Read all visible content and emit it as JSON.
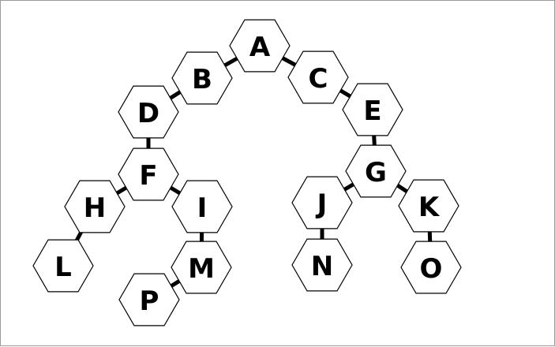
{
  "tree": {
    "nodes": [
      {
        "id": "A",
        "label": "A"
      },
      {
        "id": "B",
        "label": "B"
      },
      {
        "id": "C",
        "label": "C"
      },
      {
        "id": "D",
        "label": "D"
      },
      {
        "id": "E",
        "label": "E"
      },
      {
        "id": "F",
        "label": "F"
      },
      {
        "id": "G",
        "label": "G"
      },
      {
        "id": "H",
        "label": "H"
      },
      {
        "id": "I",
        "label": "I"
      },
      {
        "id": "J",
        "label": "J"
      },
      {
        "id": "K",
        "label": "K"
      },
      {
        "id": "L",
        "label": "L"
      },
      {
        "id": "M",
        "label": "M"
      },
      {
        "id": "N",
        "label": "N"
      },
      {
        "id": "O",
        "label": "O"
      },
      {
        "id": "P",
        "label": "P"
      }
    ],
    "edges": [
      [
        "A",
        "B"
      ],
      [
        "A",
        "C"
      ],
      [
        "B",
        "D"
      ],
      [
        "C",
        "E"
      ],
      [
        "D",
        "F"
      ],
      [
        "E",
        "G"
      ],
      [
        "F",
        "H"
      ],
      [
        "F",
        "I"
      ],
      [
        "G",
        "J"
      ],
      [
        "G",
        "K"
      ],
      [
        "H",
        "L"
      ],
      [
        "I",
        "M"
      ],
      [
        "J",
        "N"
      ],
      [
        "K",
        "O"
      ],
      [
        "M",
        "P"
      ]
    ]
  }
}
